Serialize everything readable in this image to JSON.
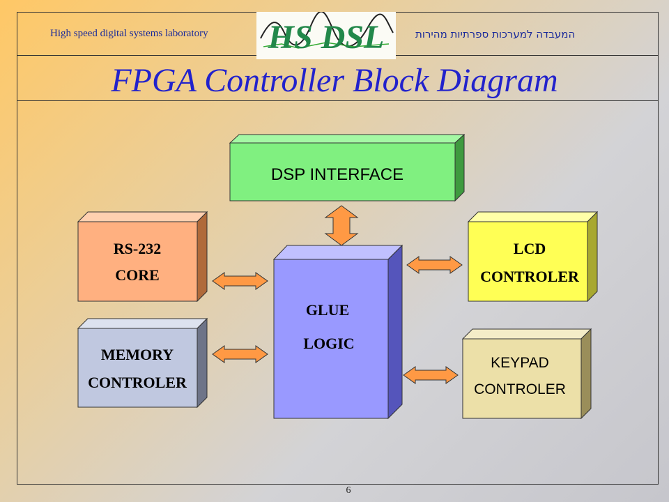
{
  "header": {
    "lab_english": "High speed digital systems laboratory",
    "lab_hebrew": "המעבדה למערכות ספרתיות מהירות",
    "logo_text": "HS DSL"
  },
  "title": "FPGA Controller Block Diagram",
  "page_number": "6",
  "blocks": {
    "dsp": {
      "line1": "DSP INTERFACE"
    },
    "rs232": {
      "line1": "RS-232",
      "line2": "CORE"
    },
    "memory": {
      "line1": "MEMORY",
      "line2": "CONTROLER"
    },
    "glue": {
      "line1": "GLUE",
      "line2": "LOGIC"
    },
    "lcd": {
      "line1": "LCD",
      "line2": "CONTROLER"
    },
    "keypad": {
      "line1": "KEYPAD",
      "line2": "CONTROLER"
    }
  },
  "colors": {
    "dsp_face": "#80f080",
    "rs232_face": "#ffb080",
    "memory_face": "#c0c8e0",
    "glue_face": "#9999ff",
    "lcd_face": "#ffff55",
    "keypad_face": "#ece0a8",
    "arrow": "#ff9944",
    "title": "#2222cc"
  }
}
